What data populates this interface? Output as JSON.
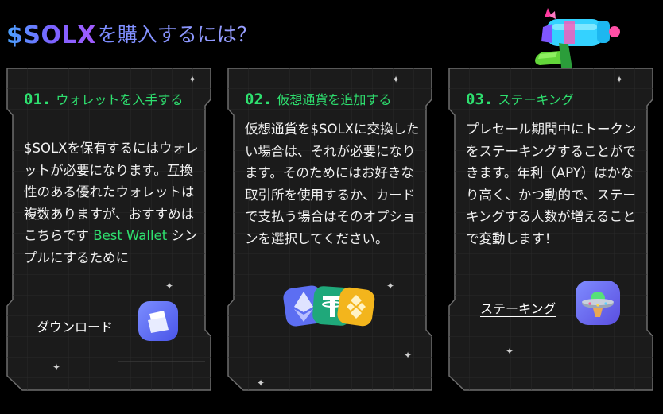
{
  "header": {
    "brand": "$SOLX",
    "title_rest": "を購入するには？"
  },
  "colors": {
    "accent_green": "#2ee06f",
    "card_border": "#6d6d6d",
    "card_fill": "#1b1b1b",
    "brand_gradient": [
      "#4aa3ff",
      "#a35bff"
    ]
  },
  "cards": [
    {
      "number": "01.",
      "title": "ウォレットを入手する",
      "body_before": "$SOLXを保有するにはウォレットが必要になります。互換性のある優れたウォレットは複数ありますが、おすすめはこちらです ",
      "body_highlight": "Best Wallet",
      "body_after": " シンプルにするために",
      "link": "ダウンロード",
      "icon": "best-wallet-icon"
    },
    {
      "number": "02.",
      "title": "仮想通貨を追加する",
      "body": "仮想通貨を$SOLXに交換したい場合は、それが必要になります。そのためにはお好きな取引所を使用するか、カードで支払う場合はそのオプションを選択してください。",
      "icons": [
        "ethereum-icon",
        "tether-icon",
        "bnb-icon"
      ]
    },
    {
      "number": "03.",
      "title": "ステーキング",
      "body": "プレセール期間中にトークンをステーキングすることができます。年利（APY）はかなり高く、かつ動的で、ステーキングする人数が増えることで変動します！",
      "link": "ステーキング",
      "icon": "ufo-icon"
    }
  ]
}
